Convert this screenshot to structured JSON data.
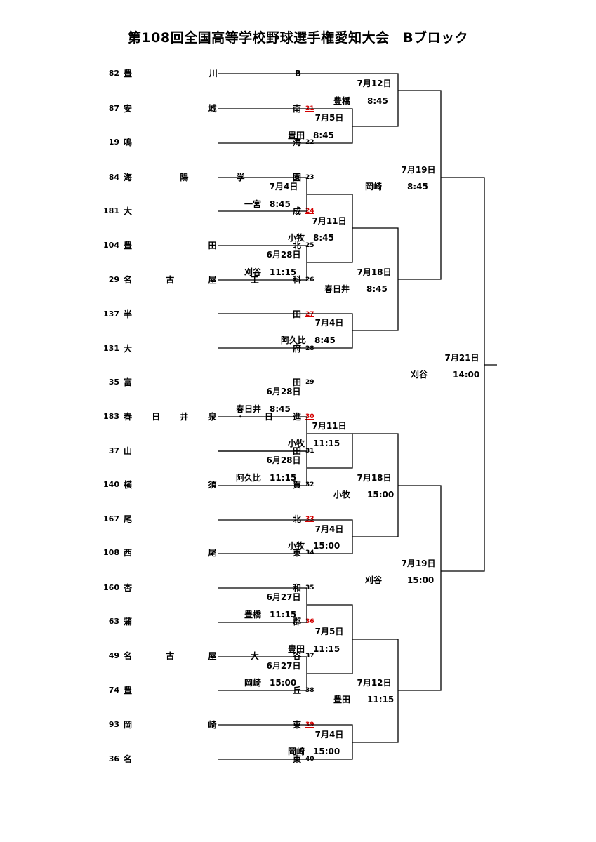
{
  "title": "第108回全国高等学校野球選手権愛知大会　Bブロック",
  "teams": [
    {
      "seed": "82",
      "name": "豊川B",
      "slot": "",
      "red": false
    },
    {
      "seed": "87",
      "name": "安城南",
      "slot": "21",
      "red": true
    },
    {
      "seed": "19",
      "name": "鳴海",
      "slot": "22",
      "red": false
    },
    {
      "seed": "84",
      "name": "海陽学園",
      "slot": "23",
      "red": false
    },
    {
      "seed": "181",
      "name": "大成",
      "slot": "24",
      "red": true
    },
    {
      "seed": "104",
      "name": "豊田北",
      "slot": "25",
      "red": false
    },
    {
      "seed": "29",
      "name": "名古屋工科",
      "slot": "26",
      "red": false
    },
    {
      "seed": "137",
      "name": "半田",
      "slot": "27",
      "red": true
    },
    {
      "seed": "131",
      "name": "大府",
      "slot": "28",
      "red": false
    },
    {
      "seed": "35",
      "name": "富田",
      "slot": "29",
      "red": false
    },
    {
      "seed": "183",
      "name": "春日井泉・日進",
      "slot": "30",
      "red": true
    },
    {
      "seed": "37",
      "name": "山田",
      "slot": "31",
      "red": false
    },
    {
      "seed": "140",
      "name": "横須賀",
      "slot": "32",
      "red": false
    },
    {
      "seed": "167",
      "name": "尾北",
      "slot": "33",
      "red": true
    },
    {
      "seed": "108",
      "name": "西尾東",
      "slot": "34",
      "red": false
    },
    {
      "seed": "160",
      "name": "杏和",
      "slot": "35",
      "red": false
    },
    {
      "seed": "63",
      "name": "蒲郡",
      "slot": "36",
      "red": true
    },
    {
      "seed": "49",
      "name": "名古屋大谷",
      "slot": "37",
      "red": false
    },
    {
      "seed": "74",
      "name": "豊丘",
      "slot": "38",
      "red": false
    },
    {
      "seed": "93",
      "name": "岡崎東",
      "slot": "39",
      "red": true
    },
    {
      "seed": "36",
      "name": "名東",
      "slot": "40",
      "red": false
    }
  ],
  "games": [
    {
      "date": "6月28日",
      "venue": "刈谷",
      "time": "11:15"
    },
    {
      "date": "6月28日",
      "venue": "春日井",
      "time": "8:45"
    },
    {
      "date": "6月28日",
      "venue": "阿久比",
      "time": "11:15"
    },
    {
      "date": "6月27日",
      "venue": "豊橋",
      "time": "11:15"
    },
    {
      "date": "6月27日",
      "venue": "岡崎",
      "time": "15:00"
    },
    {
      "date": "7月4日",
      "venue": "一宮",
      "time": "8:45"
    },
    {
      "date": "7月4日",
      "venue": "阿久比",
      "time": "8:45"
    },
    {
      "date": "7月4日",
      "venue": "小牧",
      "time": "15:00"
    },
    {
      "date": "7月4日",
      "venue": "岡崎",
      "time": "15:00"
    },
    {
      "date": "7月5日",
      "venue": "豊田",
      "time": "8:45"
    },
    {
      "date": "7月5日",
      "venue": "豊田",
      "time": "11:15"
    },
    {
      "date": "7月11日",
      "venue": "小牧",
      "time": "8:45"
    },
    {
      "date": "7月11日",
      "venue": "小牧",
      "time": "11:15"
    },
    {
      "date": "7月12日",
      "venue": "豊橋",
      "time": "8:45"
    },
    {
      "date": "7月12日",
      "venue": "豊田",
      "time": "11:15"
    },
    {
      "date": "7月18日",
      "venue": "春日井",
      "time": "8:45"
    },
    {
      "date": "7月18日",
      "venue": "小牧",
      "time": "15:00"
    },
    {
      "date": "7月19日",
      "venue": "岡崎",
      "time": "8:45"
    },
    {
      "date": "7月19日",
      "venue": "刈谷",
      "time": "15:00"
    },
    {
      "date": "7月21日",
      "venue": "刈谷",
      "time": "14:00"
    }
  ]
}
